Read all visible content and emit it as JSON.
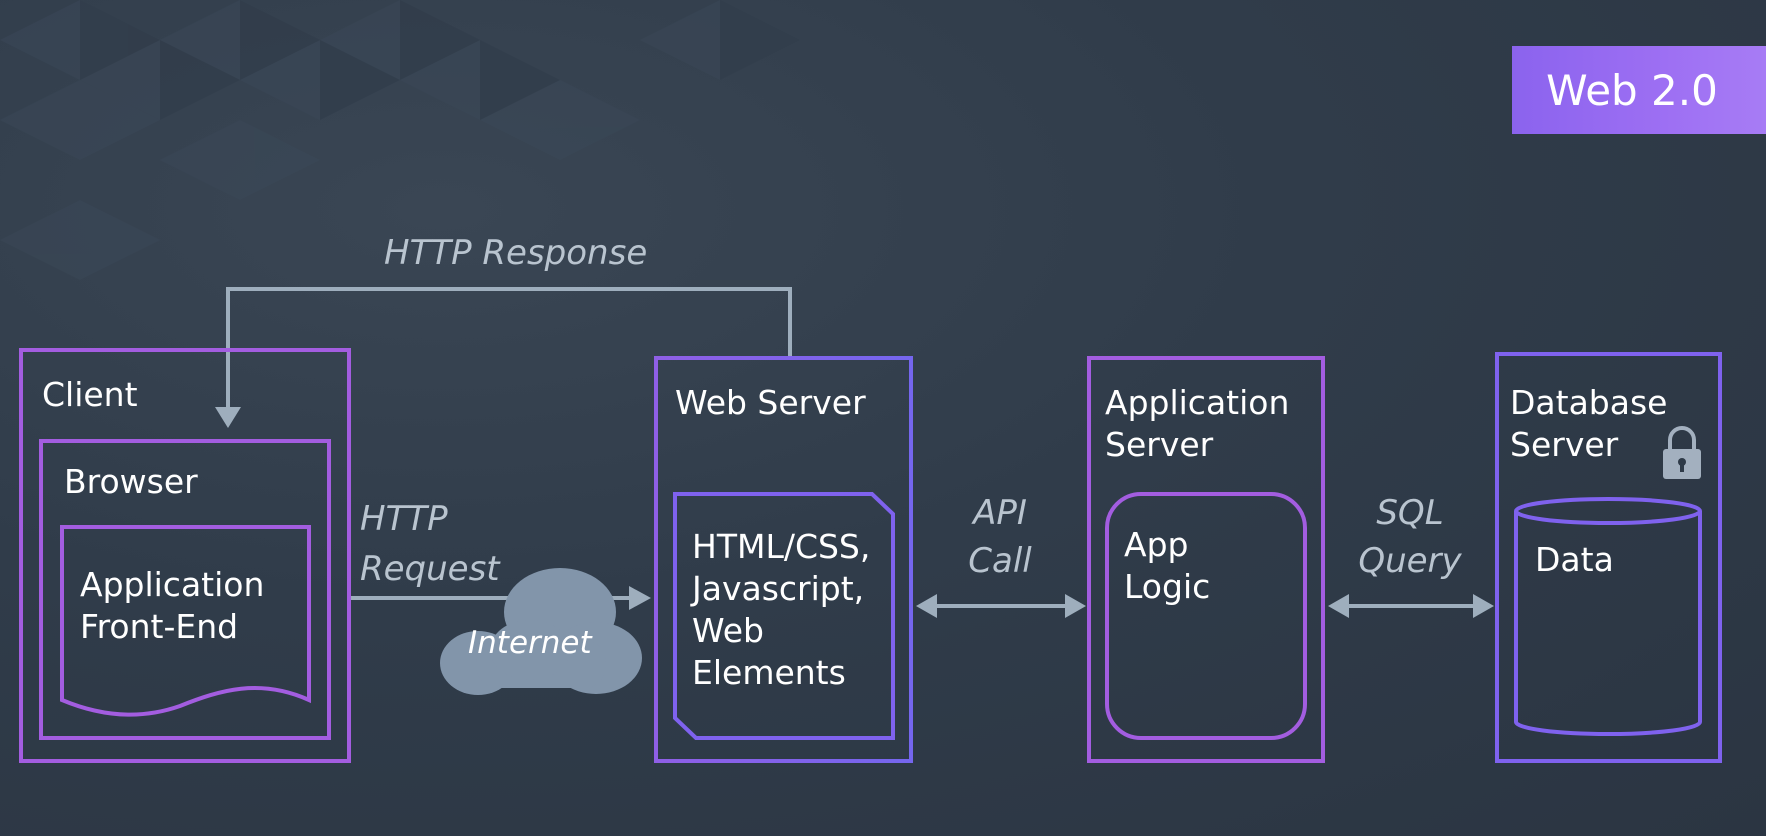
{
  "badge": {
    "label": "Web 2.0"
  },
  "connections": {
    "http_response": "HTTP Response",
    "http_request": [
      "HTTP",
      "Request"
    ],
    "internet": "Internet",
    "api_call": [
      "API",
      "Call"
    ],
    "sql_query": [
      "SQL",
      "Query"
    ]
  },
  "client": {
    "title": "Client",
    "browser": {
      "title": "Browser",
      "frontend_lines": [
        "Application",
        "Front-End"
      ]
    }
  },
  "web_server": {
    "title": "Web Server",
    "doc_lines": [
      "HTML/CSS,",
      "Javascript,",
      "Web",
      "Elements"
    ]
  },
  "app_server": {
    "title_lines": [
      "Application",
      "Server"
    ],
    "logic_lines": [
      "App",
      "Logic"
    ]
  },
  "db_server": {
    "title_lines": [
      "Database",
      "Server"
    ],
    "data_label": "Data"
  },
  "colors": {
    "background": "#2e3a48",
    "purple": "#a35de0",
    "violet": "#7f62ee",
    "connector": "#9eaebd",
    "label_muted": "#b9c4cf",
    "cloud": "#8295aa"
  },
  "icons": [
    "lock-icon",
    "cloud-icon"
  ]
}
